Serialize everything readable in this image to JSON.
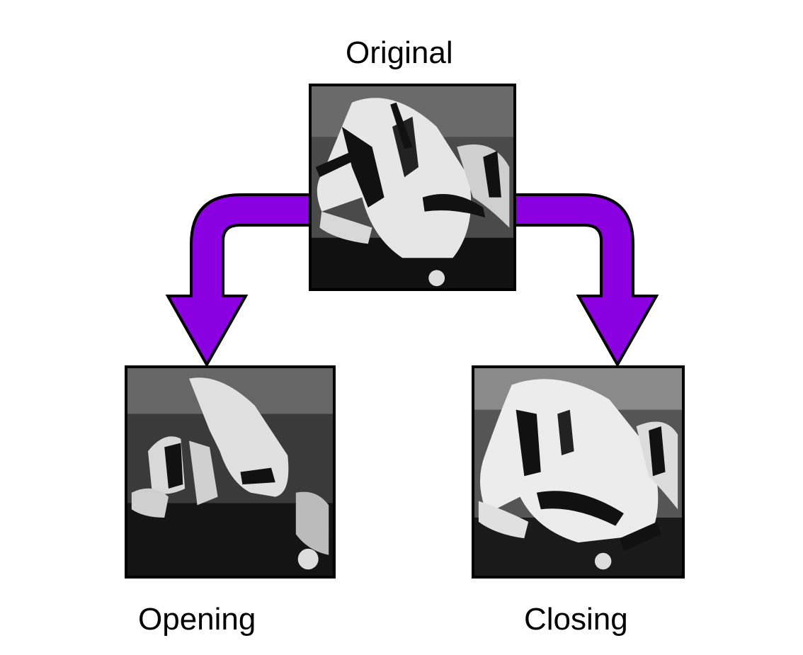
{
  "labels": {
    "original": "Original",
    "opening": "Opening",
    "closing": "Closing"
  },
  "colors": {
    "arrow_fill": "#8B00E0",
    "arrow_stroke": "#000000",
    "background": "#ffffff"
  },
  "images": {
    "original": "horse-photo-original",
    "opening": "horse-photo-opened",
    "closing": "horse-photo-closed"
  }
}
